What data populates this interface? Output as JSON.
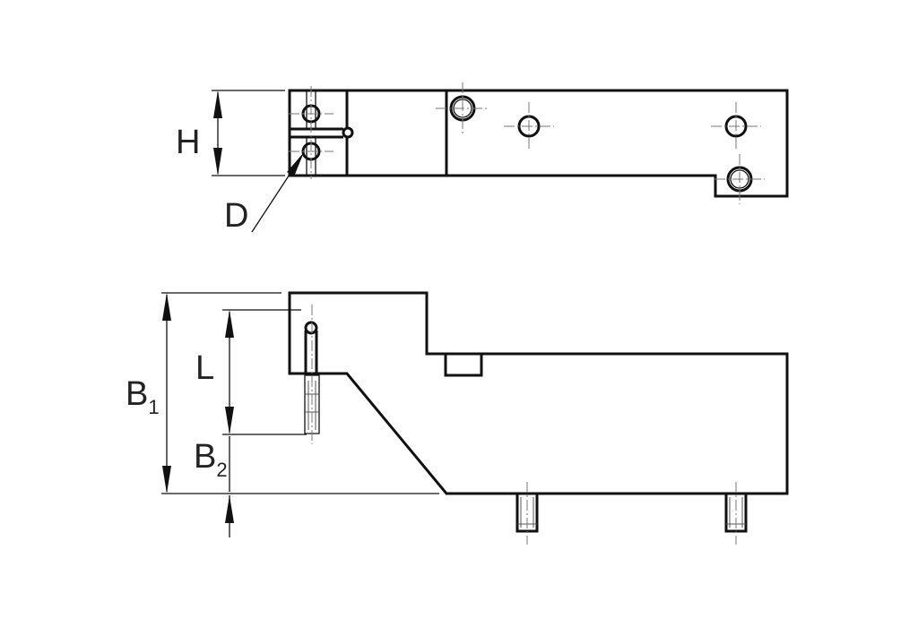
{
  "labels": {
    "H": "H",
    "D": "D",
    "L": "L",
    "B1": {
      "main": "B",
      "sub": "1"
    },
    "B2": {
      "main": "B",
      "sub": "2"
    }
  },
  "colors": {
    "line": "#111111",
    "centerline": "#777777",
    "background": "#ffffff"
  },
  "views": [
    "top-view",
    "side-view"
  ]
}
